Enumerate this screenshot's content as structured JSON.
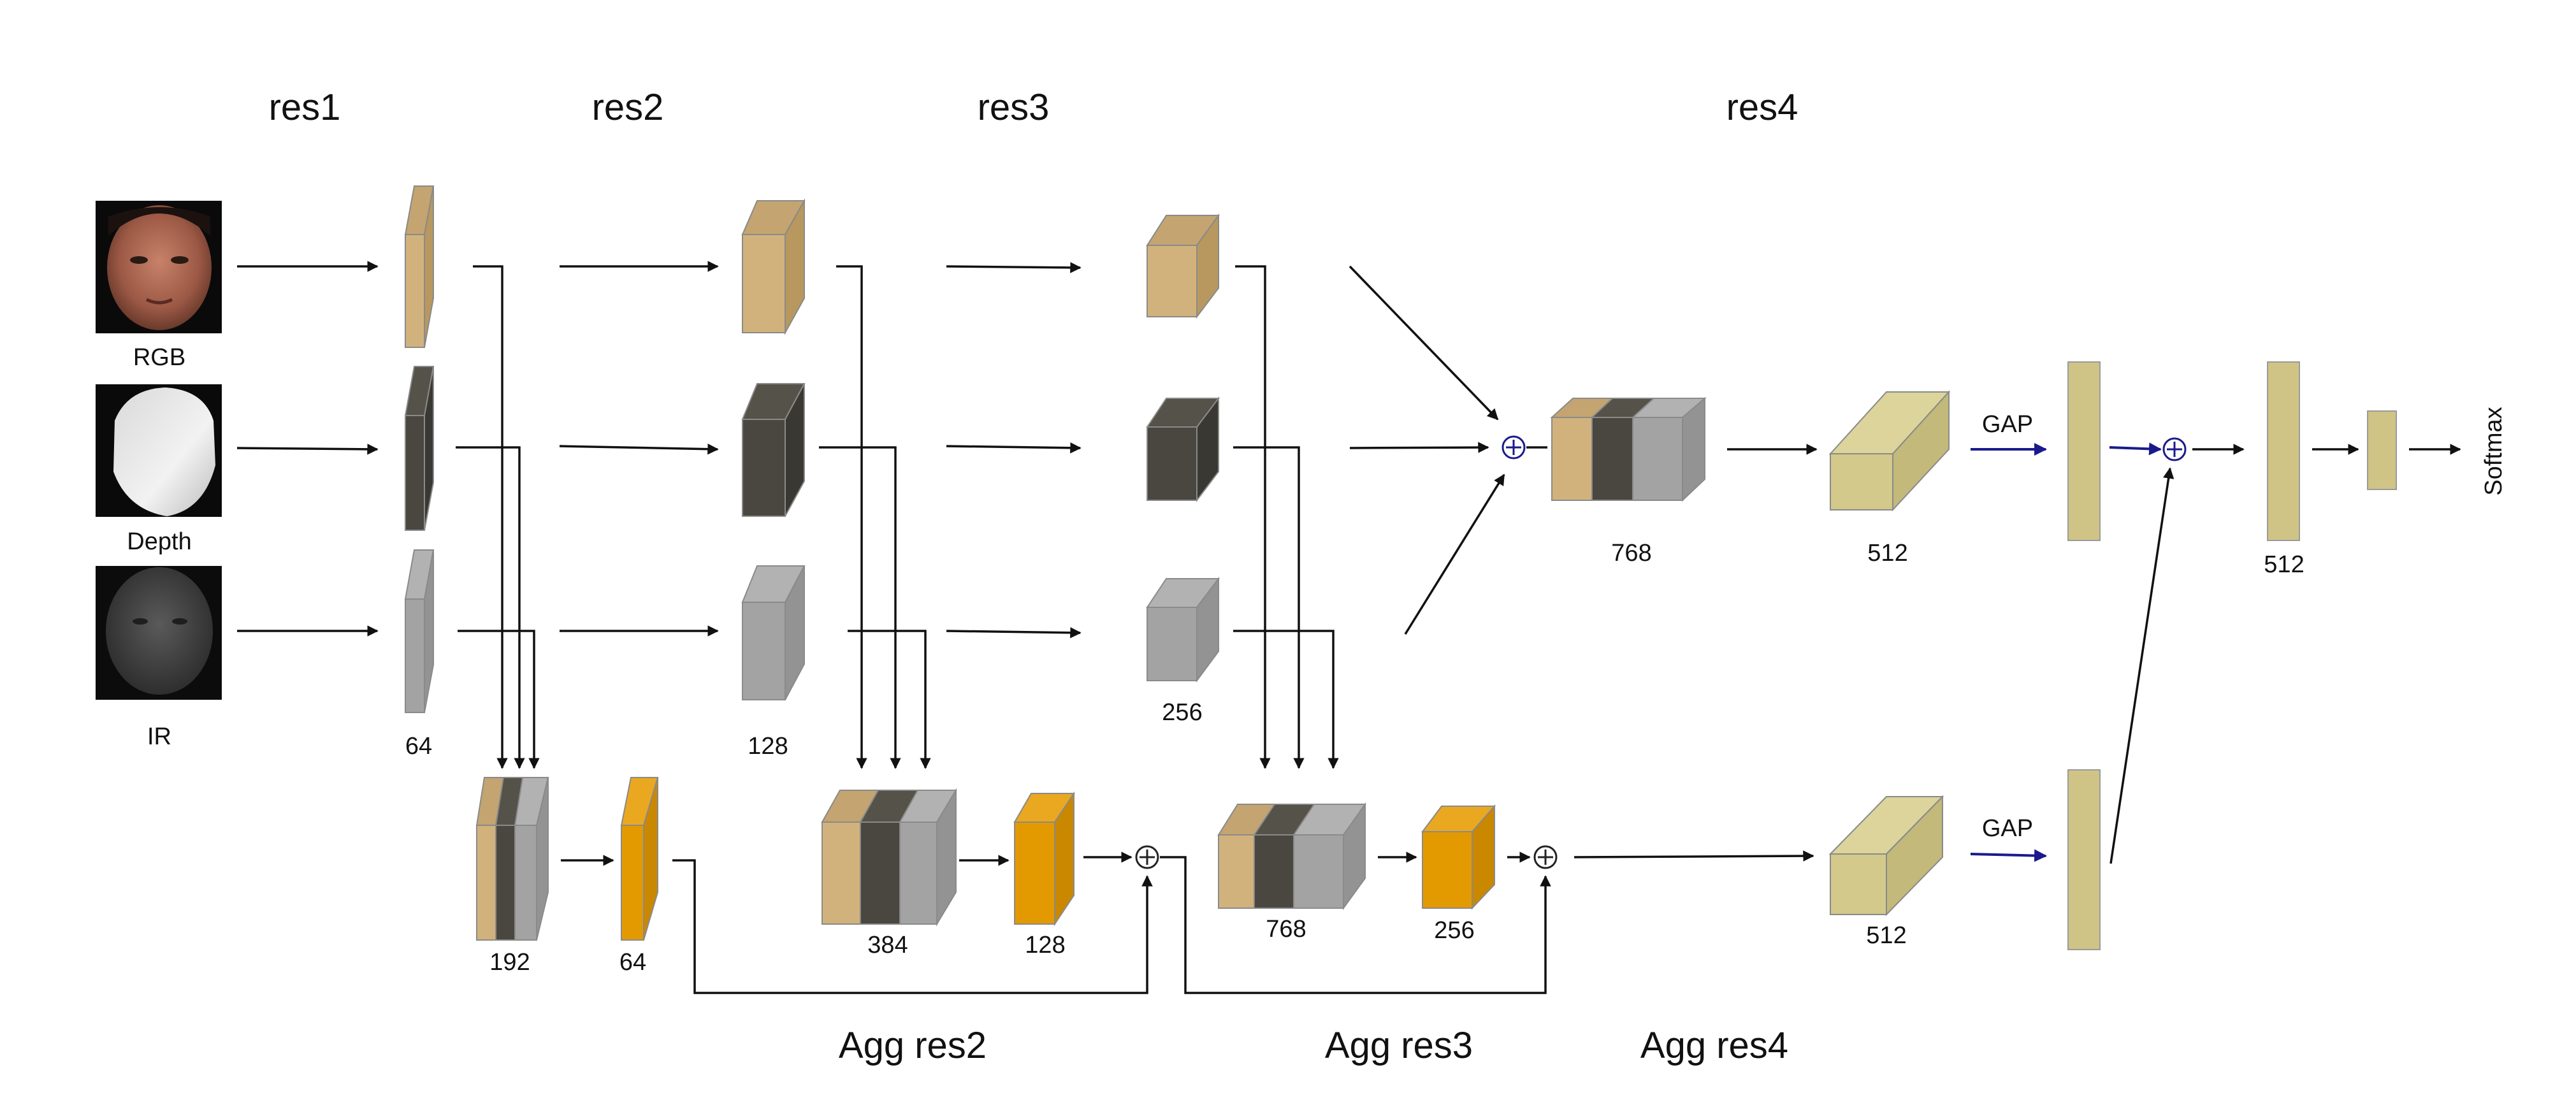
{
  "stages": {
    "res1": "res1",
    "res2": "res2",
    "res3": "res3",
    "res4": "res4"
  },
  "aggregation": {
    "agg_res2": "Agg res2",
    "agg_res3": "Agg res3",
    "agg_res4": "Agg res4"
  },
  "inputs": {
    "rgb": "RGB",
    "depth": "Depth",
    "ir": "IR"
  },
  "dims": {
    "res1": "64",
    "res2": "128",
    "res3": "256",
    "fused_res4": "768",
    "res4_main": "512",
    "final_fc": "512",
    "agg1_concat": "192",
    "agg1_out": "64",
    "agg2_concat": "384",
    "agg2_out": "128",
    "agg3_concat": "768",
    "agg3_out": "256",
    "agg4_out": "512"
  },
  "labels": {
    "gap_top": "GAP",
    "gap_bottom": "GAP",
    "softmax": "Softmax"
  },
  "colors": {
    "rgb_feature": "#d2b27c",
    "depth_feature": "#4a4740",
    "ir_feature": "#a3a3a3",
    "aggregation": "#e39a00",
    "res4_block": "#d2c98a",
    "fc_bar": "#cfc486",
    "gap_arrow": "#1a1a8c"
  }
}
